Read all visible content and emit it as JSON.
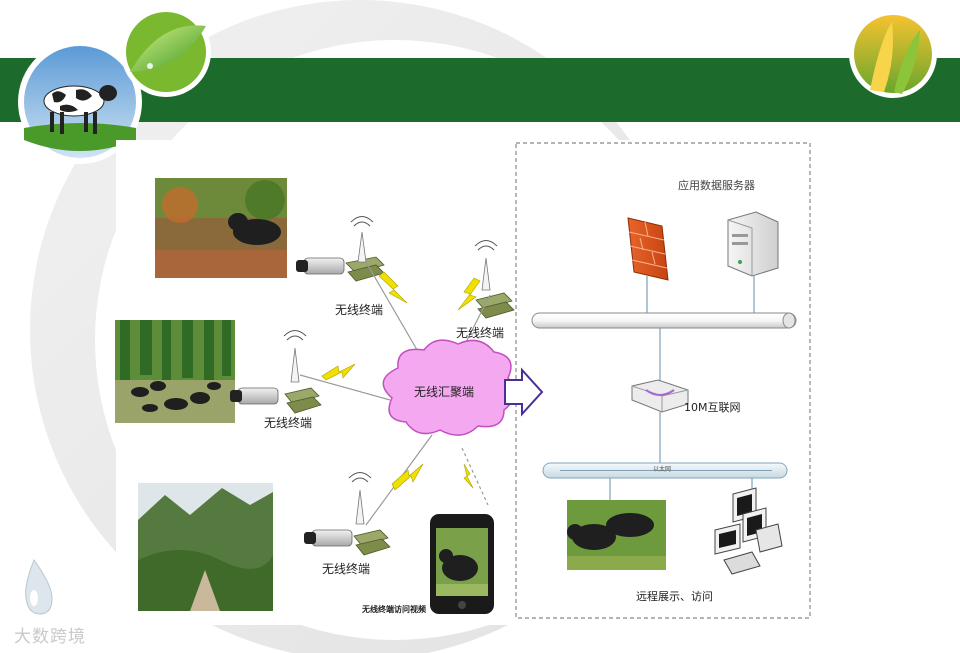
{
  "nodes": {
    "terminal_1": "无线终端",
    "terminal_2": "无线终端",
    "terminal_3": "无线终端",
    "terminal_4": "无线终端",
    "aggregator": "无线汇聚端",
    "app_server": "应用数据服务器",
    "internet": "10M互联网",
    "ethernet": "以太网",
    "remote_display": "远程展示、访问",
    "phone_caption": "无线终端访问视频"
  },
  "watermark": "大数跨境",
  "colors": {
    "header_green": "#1c6b2c",
    "cloud_fill": "#f4a8f0",
    "cloud_stroke": "#c24fc0",
    "bolt": "#f0e000",
    "arrow_stroke": "#4a2f9a"
  }
}
